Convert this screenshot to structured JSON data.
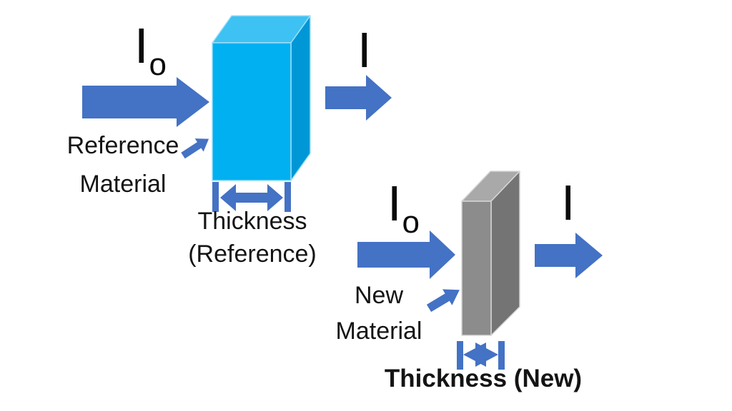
{
  "colors": {
    "arrow_blue": "#4472C4",
    "reference_box_front": "#00B0F0",
    "reference_box_top": "#3DC2F3",
    "reference_box_side": "#0097D6",
    "new_box_front": "#8C8C8C",
    "new_box_top": "#A9A9A9",
    "new_box_side": "#747474",
    "text_black": "#111111"
  },
  "reference_diagram": {
    "incident_beam": {
      "symbol": "I",
      "subscript": "o"
    },
    "transmitted_beam": {
      "symbol": "I"
    },
    "material_label": {
      "line1": "Reference",
      "line2": "Material"
    },
    "thickness_label": {
      "line1": "Thickness",
      "line2": "(Reference)"
    }
  },
  "new_diagram": {
    "incident_beam": {
      "symbol": "I",
      "subscript": "o"
    },
    "transmitted_beam": {
      "symbol": "I"
    },
    "material_label": {
      "line1": "New",
      "line2": "Material"
    },
    "thickness_label": "Thickness (New)"
  }
}
